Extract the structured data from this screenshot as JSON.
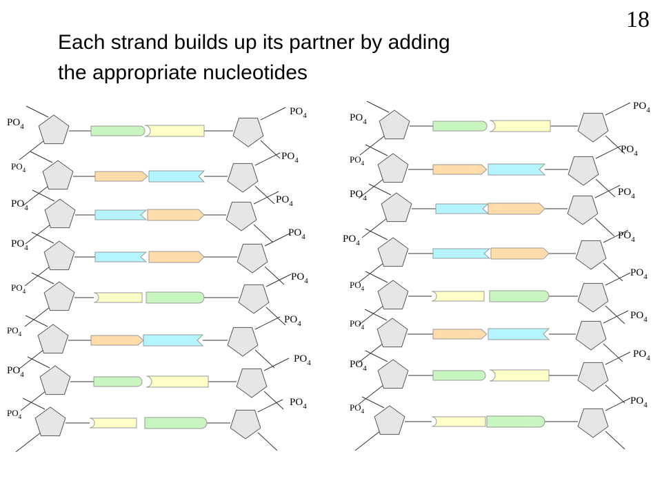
{
  "slide": {
    "number": "18",
    "title_line1": "Each strand builds up its partner by adding",
    "title_line2": "the appropriate nucleotides"
  },
  "labels": {
    "phosphate": "PO",
    "phosphate_subscript": "4"
  },
  "colors": {
    "sugar": "#e6e6e6",
    "outline": "#555555",
    "green": "#c8f5c0",
    "yellow": "#ffffc8",
    "orange": "#ffdcaa",
    "cyan": "#b4f5ff"
  },
  "panels": [
    {
      "name": "left-strand-pair",
      "rows": [
        {
          "left": "green",
          "right": "yellow"
        },
        {
          "left": "orange",
          "right": "cyan"
        },
        {
          "left": "cyan",
          "right": "orange"
        },
        {
          "left": "cyan",
          "right": "orange"
        },
        {
          "left": "yellow",
          "right": "green"
        },
        {
          "left": "orange",
          "right": "cyan"
        },
        {
          "left": "green",
          "right": "yellow"
        },
        {
          "left": "yellow",
          "right": "green"
        }
      ]
    },
    {
      "name": "right-strand-pair",
      "rows": [
        {
          "left": "green",
          "right": "yellow"
        },
        {
          "left": "orange",
          "right": "cyan"
        },
        {
          "left": "cyan",
          "right": "orange"
        },
        {
          "left": "cyan",
          "right": "orange"
        },
        {
          "left": "yellow",
          "right": "green"
        },
        {
          "left": "orange",
          "right": "cyan"
        },
        {
          "left": "green",
          "right": "yellow"
        },
        {
          "left": "yellow",
          "right": "green"
        }
      ]
    }
  ]
}
